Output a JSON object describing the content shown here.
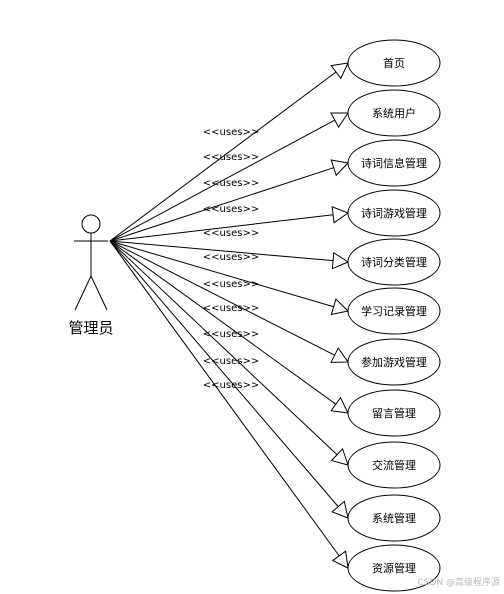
{
  "actor": {
    "name": "管理员"
  },
  "stereotype": "<<uses>>",
  "use_cases": [
    {
      "label": "首页"
    },
    {
      "label": "系统用户"
    },
    {
      "label": "诗词信息管理"
    },
    {
      "label": "诗词游戏管理"
    },
    {
      "label": "诗词分类管理"
    },
    {
      "label": "学习记录管理"
    },
    {
      "label": "参加游戏管理"
    },
    {
      "label": "留言管理"
    },
    {
      "label": "交流管理"
    },
    {
      "label": "系统管理"
    },
    {
      "label": "资源管理"
    }
  ],
  "watermark": "CSDN @高级程序源"
}
